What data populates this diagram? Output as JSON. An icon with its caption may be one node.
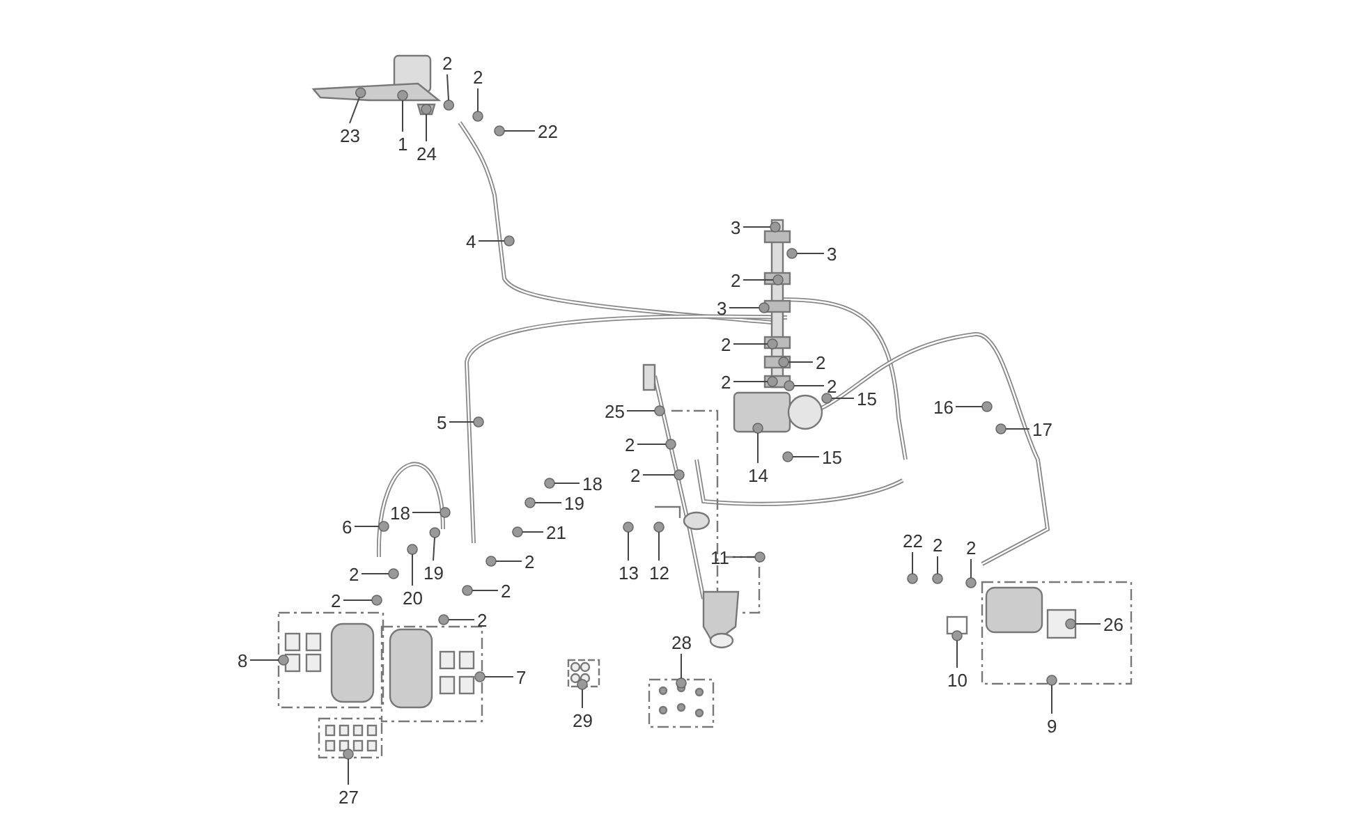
{
  "diagram": {
    "nodes": [
      {
        "text": [
          "23"
        ]
      },
      {
        "text": [
          "1"
        ]
      },
      {
        "text": [
          "24"
        ]
      },
      {
        "text": [
          "2"
        ]
      },
      {
        "text": [
          "2"
        ]
      },
      {
        "text": [
          "22"
        ]
      },
      {
        "text": [
          "4"
        ]
      },
      {
        "text": [
          "3"
        ]
      },
      {
        "text": [
          "3"
        ]
      },
      {
        "text": [
          "2"
        ]
      },
      {
        "text": [
          "3"
        ]
      },
      {
        "text": [
          "2"
        ]
      },
      {
        "text": [
          "2"
        ]
      },
      {
        "text": [
          "2"
        ]
      },
      {
        "text": [
          "2"
        ]
      },
      {
        "text": [
          "15"
        ]
      },
      {
        "text": [
          "14"
        ]
      },
      {
        "text": [
          "15"
        ]
      },
      {
        "text": [
          "16"
        ]
      },
      {
        "text": [
          "17"
        ]
      },
      {
        "text": [
          "5"
        ]
      },
      {
        "text": [
          "25"
        ]
      },
      {
        "text": [
          "2"
        ]
      },
      {
        "text": [
          "2"
        ]
      },
      {
        "text": [
          "18"
        ]
      },
      {
        "text": [
          "6"
        ]
      },
      {
        "text": [
          "18"
        ]
      },
      {
        "text": [
          "19"
        ]
      },
      {
        "text": [
          "21"
        ]
      },
      {
        "text": [
          "19"
        ]
      },
      {
        "text": [
          "2"
        ]
      },
      {
        "text": [
          "2"
        ]
      },
      {
        "text": [
          "20"
        ]
      },
      {
        "text": [
          "2"
        ]
      },
      {
        "text": [
          "2"
        ]
      },
      {
        "text": [
          "2"
        ]
      },
      {
        "text": [
          "8"
        ]
      },
      {
        "text": [
          "7"
        ]
      },
      {
        "text": [
          "13"
        ]
      },
      {
        "text": [
          "12"
        ]
      },
      {
        "text": [
          "11"
        ]
      },
      {
        "text": [
          "28"
        ]
      },
      {
        "text": [
          "29"
        ]
      },
      {
        "text": [
          "27"
        ]
      },
      {
        "text": [
          "22"
        ]
      },
      {
        "text": [
          "2"
        ]
      },
      {
        "text": [
          "2"
        ]
      },
      {
        "text": [
          "26"
        ]
      },
      {
        "text": [
          "10"
        ]
      },
      {
        "text": [
          "9"
        ]
      },
      {
        "text": [],
        "shape": "circle"
      },
      {
        "text": [],
        "shape": "circle"
      },
      {
        "text": [],
        "shape": "circle"
      },
      {
        "text": [],
        "shape": "circle"
      },
      {
        "text": [],
        "shape": "circle"
      },
      {
        "text": [],
        "shape": "circle"
      },
      {
        "text": [],
        "shape": "circle"
      },
      {
        "text": [],
        "shape": "circle"
      },
      {
        "text": [],
        "shape": "circle"
      },
      {
        "text": [],
        "shape": "circle"
      },
      {
        "text": [],
        "shape": "circle"
      },
      {
        "text": [],
        "shape": "circle"
      },
      {
        "text": [],
        "shape": "circle"
      },
      {
        "text": [],
        "shape": "circle"
      },
      {
        "text": [],
        "shape": "circle"
      },
      {
        "text": [],
        "shape": "circle"
      },
      {
        "text": [],
        "shape": "circle"
      },
      {
        "text": [],
        "shape": "circle"
      },
      {
        "text": [],
        "shape": "circle"
      },
      {
        "text": [],
        "shape": "circle"
      },
      {
        "text": [],
        "shape": "circle"
      },
      {
        "text": [],
        "shape": "circle"
      },
      {
        "text": [],
        "shape": "circle"
      },
      {
        "text": [],
        "shape": "circle"
      },
      {
        "text": [],
        "shape": "circle"
      },
      {
        "text": [],
        "shape": "circle"
      },
      {
        "text": [],
        "shape": "circle"
      },
      {
        "text": [],
        "shape": "circle"
      },
      {
        "text": [],
        "shape": "circle"
      },
      {
        "text": [],
        "shape": "circle"
      },
      {
        "text": [],
        "shape": "circle"
      },
      {
        "text": [],
        "shape": "circle"
      },
      {
        "text": [],
        "shape": "circle"
      },
      {
        "text": [],
        "shape": "circle"
      },
      {
        "text": [],
        "shape": "circle"
      },
      {
        "text": [],
        "shape": "circle"
      },
      {
        "text": [],
        "shape": "circle"
      },
      {
        "text": [],
        "shape": "circle"
      },
      {
        "text": [],
        "shape": "circle"
      },
      {
        "text": [],
        "shape": "circle"
      },
      {
        "text": [],
        "shape": "circle"
      },
      {
        "text": [],
        "shape": "circle"
      },
      {
        "text": [],
        "shape": "circle"
      },
      {
        "text": [],
        "shape": "circle"
      },
      {
        "text": [],
        "shape": "circle"
      },
      {
        "text": [],
        "shape": "circle"
      },
      {
        "text": [],
        "shape": "circle"
      },
      {
        "text": [],
        "shape": "circle"
      },
      {
        "text": [],
        "shape": "circle"
      },
      {
        "text": [],
        "shape": "circle"
      }
    ],
    "edges": [
      {
        "from": 0,
        "to": 50,
        "arrow": "none"
      },
      {
        "from": 1,
        "to": 51,
        "arrow": "none"
      },
      {
        "from": 2,
        "to": 52,
        "arrow": "none"
      },
      {
        "from": 3,
        "to": 53,
        "arrow": "none"
      },
      {
        "from": 4,
        "to": 54,
        "arrow": "none"
      },
      {
        "from": 5,
        "to": 55,
        "arrow": "none"
      },
      {
        "from": 6,
        "to": 56,
        "arrow": "none"
      },
      {
        "from": 7,
        "to": 57,
        "arrow": "none"
      },
      {
        "from": 8,
        "to": 58,
        "arrow": "none"
      },
      {
        "from": 9,
        "to": 59,
        "arrow": "none"
      },
      {
        "from": 10,
        "to": 60,
        "arrow": "none"
      },
      {
        "from": 11,
        "to": 61,
        "arrow": "none"
      },
      {
        "from": 12,
        "to": 62,
        "arrow": "none"
      },
      {
        "from": 13,
        "to": 63,
        "arrow": "none"
      },
      {
        "from": 14,
        "to": 64,
        "arrow": "none"
      },
      {
        "from": 15,
        "to": 65,
        "arrow": "none"
      },
      {
        "from": 16,
        "to": 66,
        "arrow": "none"
      },
      {
        "from": 17,
        "to": 67,
        "arrow": "none"
      },
      {
        "from": 18,
        "to": 68,
        "arrow": "none"
      },
      {
        "from": 19,
        "to": 69,
        "arrow": "none"
      },
      {
        "from": 20,
        "to": 70,
        "arrow": "none"
      },
      {
        "from": 21,
        "to": 71,
        "arrow": "none"
      },
      {
        "from": 22,
        "to": 72,
        "arrow": "none"
      },
      {
        "from": 23,
        "to": 73,
        "arrow": "none"
      },
      {
        "from": 24,
        "to": 74,
        "arrow": "none"
      },
      {
        "from": 25,
        "to": 75,
        "arrow": "none"
      },
      {
        "from": 26,
        "to": 76,
        "arrow": "none"
      },
      {
        "from": 27,
        "to": 77,
        "arrow": "none"
      },
      {
        "from": 28,
        "to": 78,
        "arrow": "none"
      },
      {
        "from": 29,
        "to": 79,
        "arrow": "none"
      },
      {
        "from": 30,
        "to": 80,
        "arrow": "none"
      },
      {
        "from": 31,
        "to": 81,
        "arrow": "none"
      },
      {
        "from": 32,
        "to": 82,
        "arrow": "none"
      },
      {
        "from": 33,
        "to": 83,
        "arrow": "none"
      },
      {
        "from": 34,
        "to": 84,
        "arrow": "none"
      },
      {
        "from": 35,
        "to": 85,
        "arrow": "none"
      },
      {
        "from": 36,
        "to": 86,
        "arrow": "none"
      },
      {
        "from": 37,
        "to": 87,
        "arrow": "none"
      },
      {
        "from": 38,
        "to": 88,
        "arrow": "none"
      },
      {
        "from": 39,
        "to": 89,
        "arrow": "none"
      },
      {
        "from": 40,
        "to": 90,
        "arrow": "none"
      },
      {
        "from": 41,
        "to": 91,
        "arrow": "none"
      },
      {
        "from": 42,
        "to": 92,
        "arrow": "none"
      },
      {
        "from": 43,
        "to": 93,
        "arrow": "none"
      },
      {
        "from": 44,
        "to": 94,
        "arrow": "none"
      },
      {
        "from": 45,
        "to": 95,
        "arrow": "none"
      },
      {
        "from": 46,
        "to": 96,
        "arrow": "none"
      },
      {
        "from": 47,
        "to": 97,
        "arrow": "none"
      },
      {
        "from": 48,
        "to": 98,
        "arrow": "none"
      },
      {
        "from": 49,
        "to": 99,
        "arrow": "none"
      }
    ]
  }
}
